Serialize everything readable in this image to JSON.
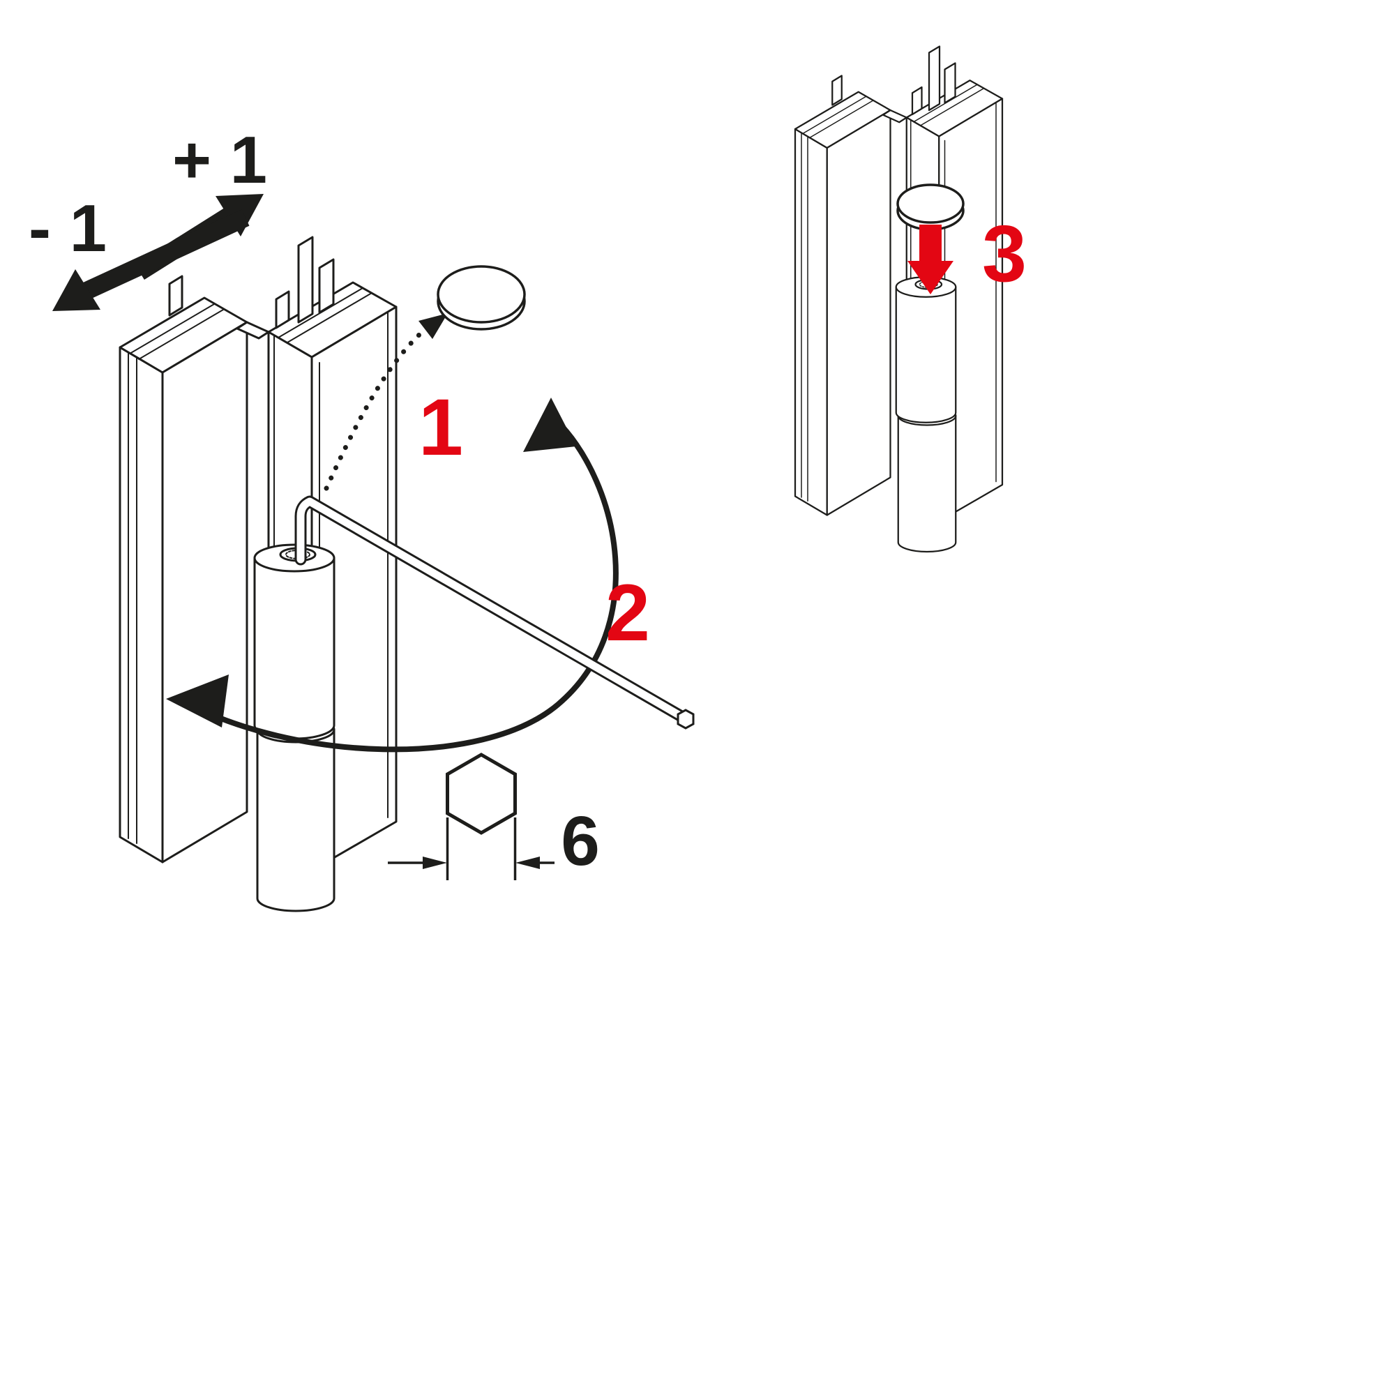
{
  "figure": {
    "background_color": "#ffffff",
    "line_color": "#1d1d1b",
    "accent_color": "#e30613",
    "labels": {
      "adjust_plus": "+ 1",
      "adjust_minus": "- 1",
      "step_1": "1",
      "step_2": "2",
      "step_3": "3",
      "hex_size": "6"
    },
    "icons": [
      "adjustment-arrow-plus",
      "adjustment-arrow-minus",
      "door-profile",
      "hinge-barrel",
      "adjustment-screw",
      "cover-cap",
      "cap-removal-dotted-arrow",
      "hex-key",
      "rotation-arrow",
      "hex-socket-symbol",
      "dimension-line",
      "cap-insert-red-arrow"
    ]
  }
}
